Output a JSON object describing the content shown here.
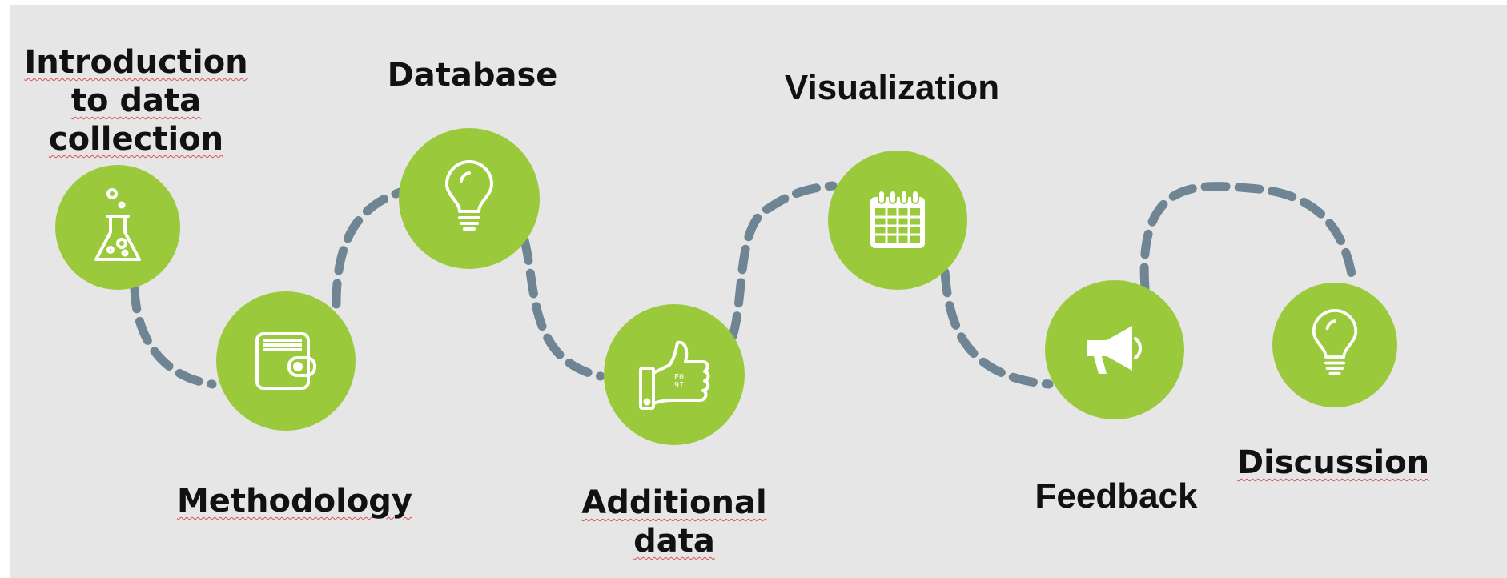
{
  "steps": [
    {
      "label": "Introduction\nto data\ncollection",
      "icon": "flask-icon"
    },
    {
      "label": "Methodology",
      "icon": "wallet-icon"
    },
    {
      "label": "Database",
      "icon": "lightbulb-icon"
    },
    {
      "label": "Additional\ndata",
      "icon": "thumbs-up-icon"
    },
    {
      "label": "Visualization",
      "icon": "calendar-icon"
    },
    {
      "label": "Feedback",
      "icon": "megaphone-icon"
    },
    {
      "label": "Discussion",
      "icon": "lightbulb-icon"
    }
  ],
  "colors": {
    "background": "#e6e6e6",
    "node": "#9aca3c",
    "path": "#708593",
    "icon": "#ffffff",
    "text": "#111111"
  }
}
